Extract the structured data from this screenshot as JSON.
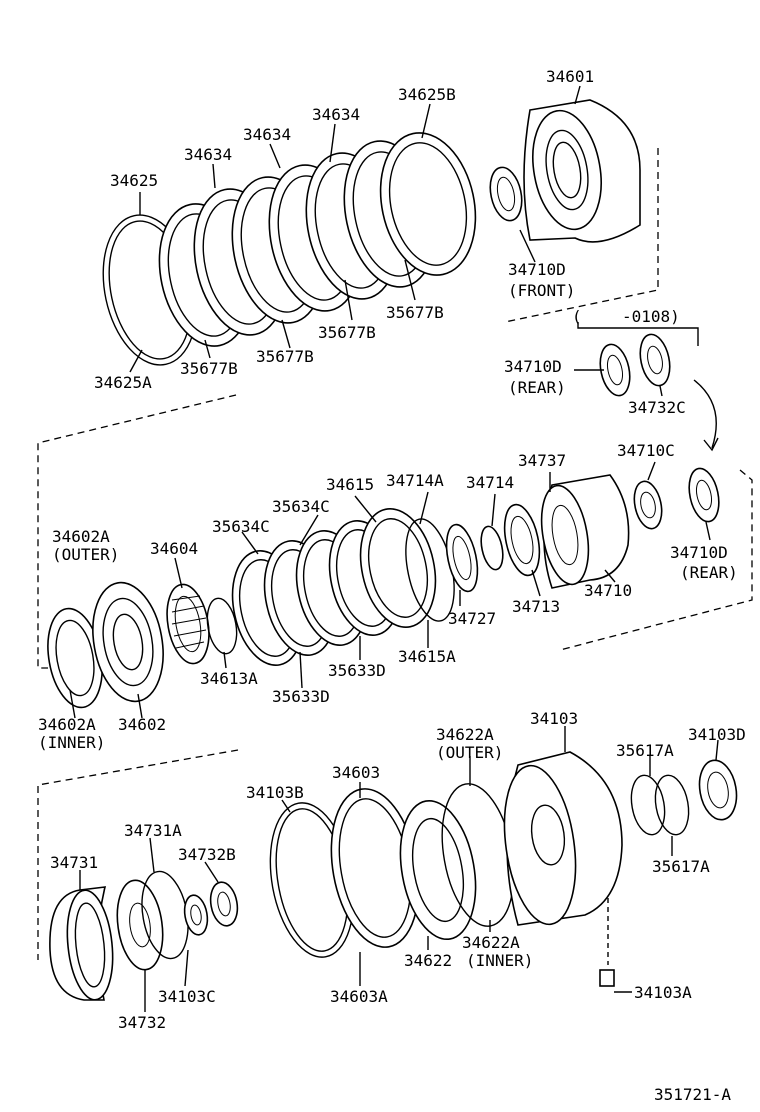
{
  "labels": {
    "p34601": "34601",
    "p34625B": "34625B",
    "p34634_a": "34634",
    "p34634_b": "34634",
    "p34634_c": "34634",
    "p34625": "34625",
    "p34710D_front": "34710D",
    "front": "(FRONT)",
    "range_open": "(",
    "range_code": "-0108)",
    "p34710D_rear": "34710D",
    "rear": "(REAR)",
    "p34732C": "34732C",
    "p35677B_a": "35677B",
    "p35677B_b": "35677B",
    "p35677B_c": "35677B",
    "p35677B_d": "35677B",
    "p34625A": "34625A",
    "p34737": "34737",
    "p34710C": "34710C",
    "p34615": "34615",
    "p34714A": "34714A",
    "p34714": "34714",
    "p35634C_a": "35634C",
    "p35634C_b": "35634C",
    "p34602A_outer": "34602A",
    "outer_a": "(OUTER)",
    "p34604": "34604",
    "p34710D_rear2": "34710D",
    "rear2": "(REAR)",
    "p34713": "34713",
    "p34710": "34710",
    "p34727": "34727",
    "p34615A": "34615A",
    "p35633D_a": "35633D",
    "p35633D_b": "35633D",
    "p34613A": "34613A",
    "p34602A_inner": "34602A",
    "inner_a": "(INNER)",
    "p34602": "34602",
    "p34103": "34103",
    "p34622A_outer": "34622A",
    "outer_b": "(OUTER)",
    "p34103D": "34103D",
    "p35617A_a": "35617A",
    "p35617A_b": "35617A",
    "p34603": "34603",
    "p34103B": "34103B",
    "p34731A": "34731A",
    "p34731": "34731",
    "p34732B": "34732B",
    "p34103C": "34103C",
    "p34732": "34732",
    "p34603A": "34603A",
    "p34622": "34622",
    "p34622A_inner": "34622A",
    "inner_b": "(INNER)",
    "p34103A": "34103A",
    "diagram_id": "351721-A"
  }
}
